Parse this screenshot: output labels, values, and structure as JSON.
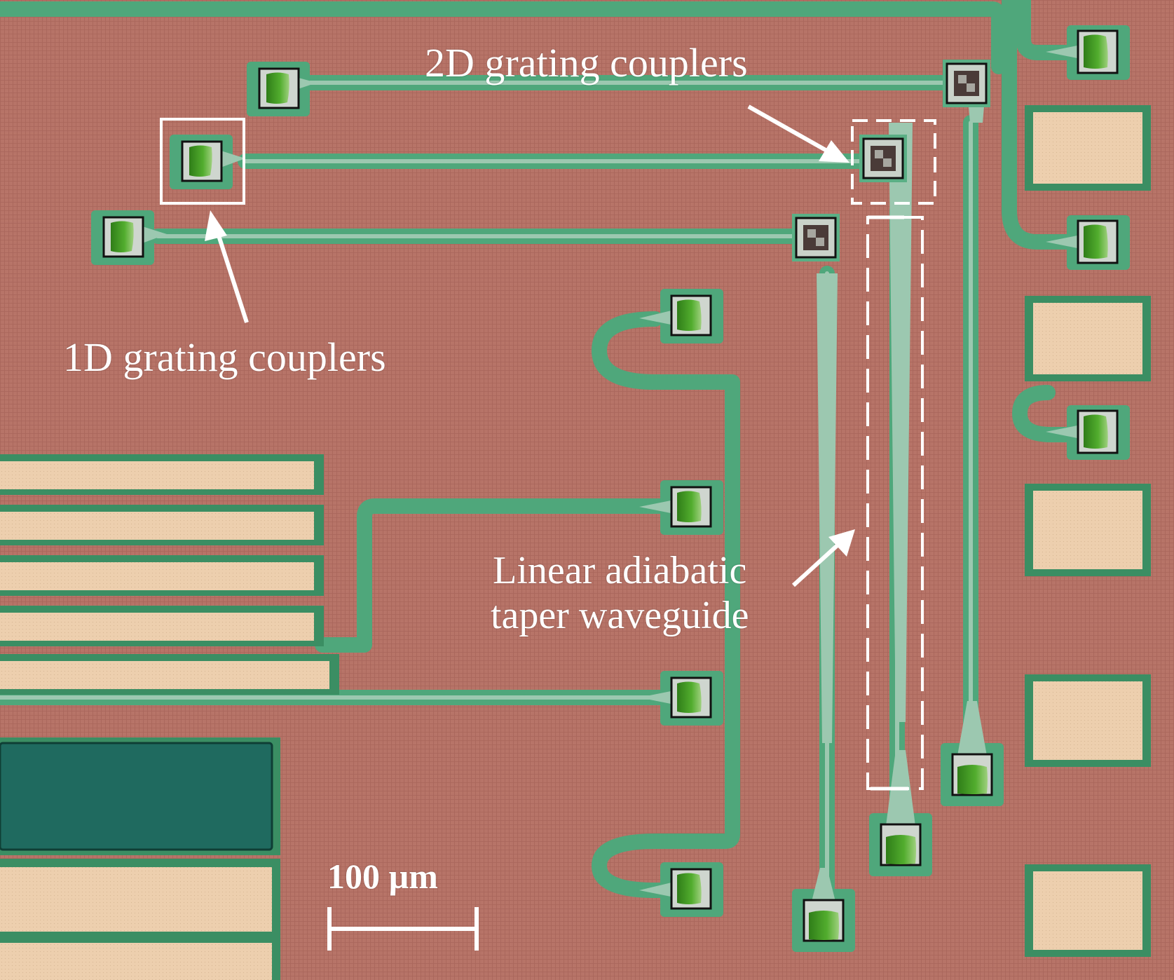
{
  "annotations": {
    "grating_2d": "2D grating couplers",
    "grating_1d": "1D grating couplers",
    "taper_line1": "Linear adiabatic",
    "taper_line2": "taper waveguide"
  },
  "scale_bar": {
    "label": "100 µm"
  },
  "colors": {
    "substrate": "#b77468",
    "waveguide_cladding": "#4fa77b",
    "waveguide_core": "#9cc8b0",
    "metal_pad": "#edcfae",
    "coupler_green": "#3f9a22",
    "dark_block": "#1f6a5f",
    "annotation": "#ffffff"
  }
}
